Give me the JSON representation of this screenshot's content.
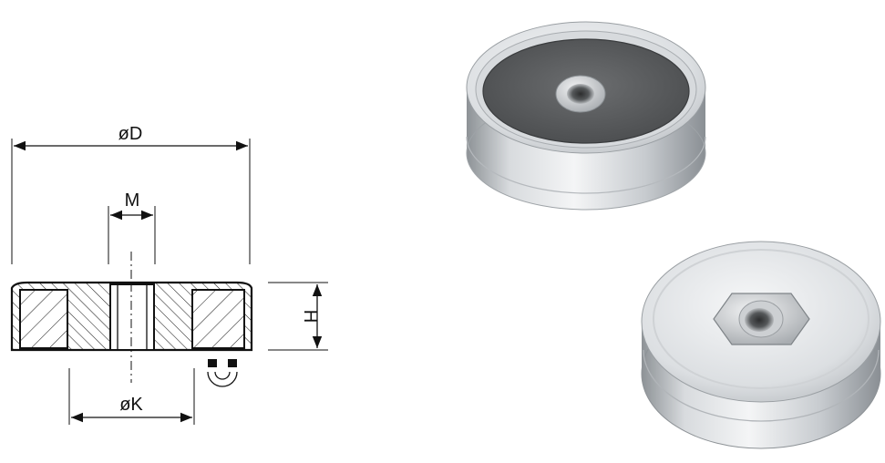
{
  "drawing": {
    "diameter_label": "øD",
    "thread_label": "M",
    "height_label": "H",
    "inner_diameter_label": "øK"
  },
  "colors": {
    "line": "#111111",
    "hatch": "#222222",
    "magnet_face": "#4f5153",
    "steel_light": "#eef0f2",
    "steel_mid": "#c4c8cc",
    "steel_dark": "#8d9296"
  },
  "icons": {
    "symbol": "pot-magnet-symbol-icon",
    "photo_top": "magnet-face-photo",
    "photo_bottom": "magnet-back-photo"
  }
}
